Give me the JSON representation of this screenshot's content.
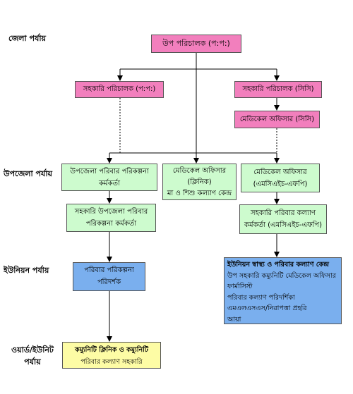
{
  "levels": {
    "district": "জেলা পর্যায়",
    "upazila": "উপজেলা পর্যায়",
    "union": "ইউনিয়ন পর্যায়",
    "ward_line1": "ওয়ার্ড/ইউনিট",
    "ward_line2": "পর্যায়"
  },
  "boxes": {
    "deputy_director": "উপ পরিচালক (প:প:)",
    "asst_director_fp": "সহকারি পরিচালক (প:প:)",
    "asst_director_cc": "সহকারি পরিচালক (সিসি)",
    "medical_officer_cc": "মেডিকেল অফিসার (সিসি)",
    "upazila_fp_officer": [
      "উপজেলা পরিবার পরিকল্পনা",
      "কর্মকর্তা"
    ],
    "mo_clinic": [
      "মেডিকেল অফিসার",
      "(ক্লিনিক)",
      "মা ও শিশু কল্যাণ কেন্দ্র"
    ],
    "mo_mch_fp": [
      "মেডিকেল অফিসার",
      "(এমসিএইচ-এফপি)"
    ],
    "asst_upazila_fp": [
      "সহকারি উপজেলা পরিবার",
      "পরিকল্পনা কর্মকর্তা"
    ],
    "asst_fw_officer": [
      "সহকারি পরিবার কল্যাণ",
      "কর্মকর্তা (এমসিএইচ-এফপি)"
    ],
    "fp_inspector": [
      "পরিবার পরিকল্পনা",
      "পরিদর্শক"
    ],
    "union_center": {
      "title": "ইউনিয়ন স্বাস্থ্য ও পরিবার কল্যাণ কেন্দ্র",
      "items": [
        "উপ সহকারি কম্যুনিটি মেডিকেল অফিসার",
        "ফার্মাসিস্ট",
        "পরিবার কল্যাণ পরিদর্শিকা",
        "এমএলএসএস/নিরাপত্তা প্রহরি",
        "আয়া"
      ]
    },
    "community_clinic": {
      "title": "কম্যুনিটি ক্লিনিক ও কম্যুনিটি",
      "sub": "পরিবার কল্যাণ সহকারি"
    }
  },
  "colors": {
    "management": "#f27fbd",
    "officer": "#cdfbce",
    "union": "#7aafee",
    "community": "#fdfca5"
  }
}
